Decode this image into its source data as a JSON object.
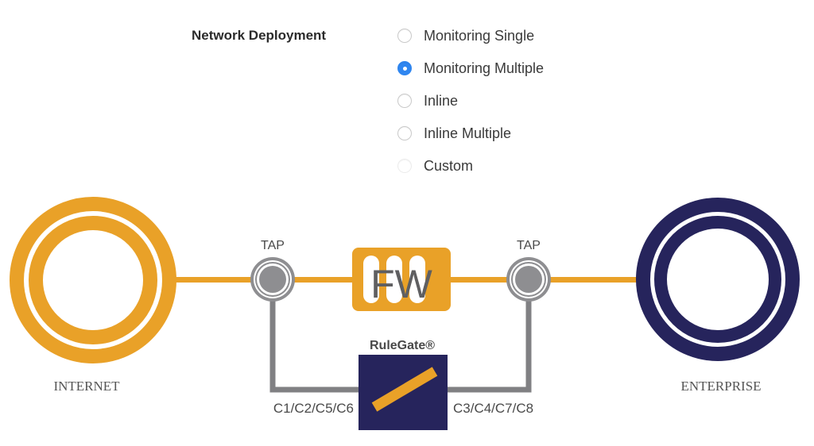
{
  "form": {
    "label": "Network Deployment",
    "options": [
      {
        "label": "Monitoring Single",
        "checked": false,
        "disabled": false
      },
      {
        "label": "Monitoring Multiple",
        "checked": true,
        "disabled": false
      },
      {
        "label": "Inline",
        "checked": false,
        "disabled": false
      },
      {
        "label": "Inline Multiple",
        "checked": false,
        "disabled": false
      },
      {
        "label": "Custom",
        "checked": false,
        "disabled": true
      }
    ]
  },
  "diagram": {
    "internet_label": "INTERNET",
    "enterprise_label": "ENTERPRISE",
    "tap_left_label": "TAP",
    "tap_right_label": "TAP",
    "firewall_label": "FW",
    "rulegate_label": "RuleGate®",
    "left_ports_label": "C1/C2/C5/C6",
    "right_ports_label": "C3/C4/C7/C8",
    "colors": {
      "orange": "#e9a128",
      "navy": "#26245c",
      "gray": "#808083",
      "tap_gray": "#8e8e91"
    }
  }
}
